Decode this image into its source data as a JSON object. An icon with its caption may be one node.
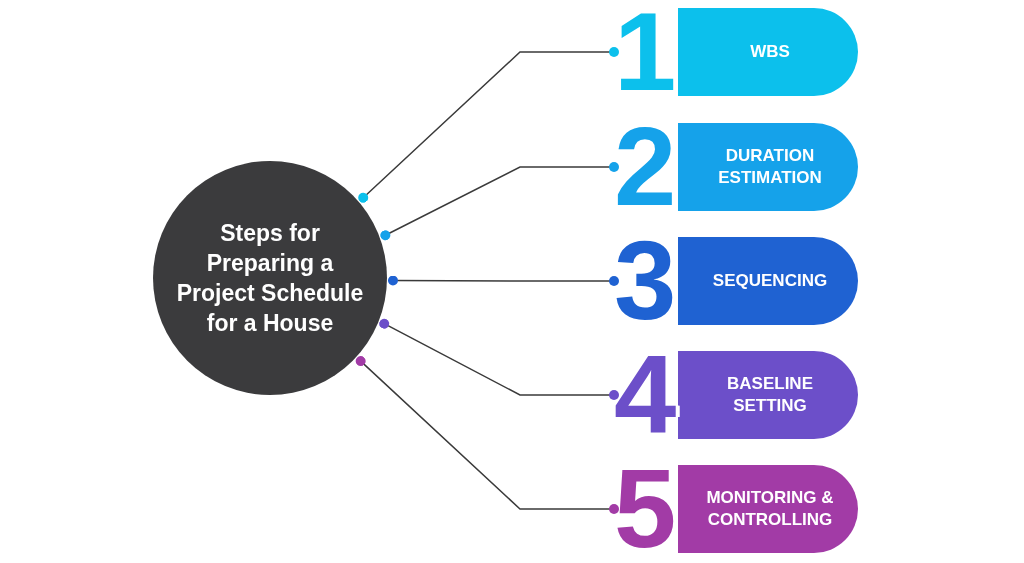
{
  "diagram": {
    "nodes": [
      {
        "text": [
          "Steps for Preparing a Project Schedule for a House"
        ]
      },
      {
        "text": [
          "1",
          "WBS"
        ]
      },
      {
        "text": [
          "2",
          "DURATION ESTIMATION"
        ]
      },
      {
        "text": [
          "3",
          "SEQUENCING"
        ]
      },
      {
        "text": [
          "4",
          "BASELINE SETTING"
        ]
      },
      {
        "text": [
          "5",
          "MONITORING & CONTROLLING"
        ]
      }
    ],
    "edges": [
      {
        "from": 0,
        "to": 1,
        "arrow": "other"
      },
      {
        "from": 0,
        "to": 2,
        "arrow": "other"
      },
      {
        "from": 0,
        "to": 3,
        "arrow": "other"
      },
      {
        "from": 0,
        "to": 4,
        "arrow": "other"
      },
      {
        "from": 0,
        "to": 5,
        "arrow": "other"
      }
    ]
  }
}
